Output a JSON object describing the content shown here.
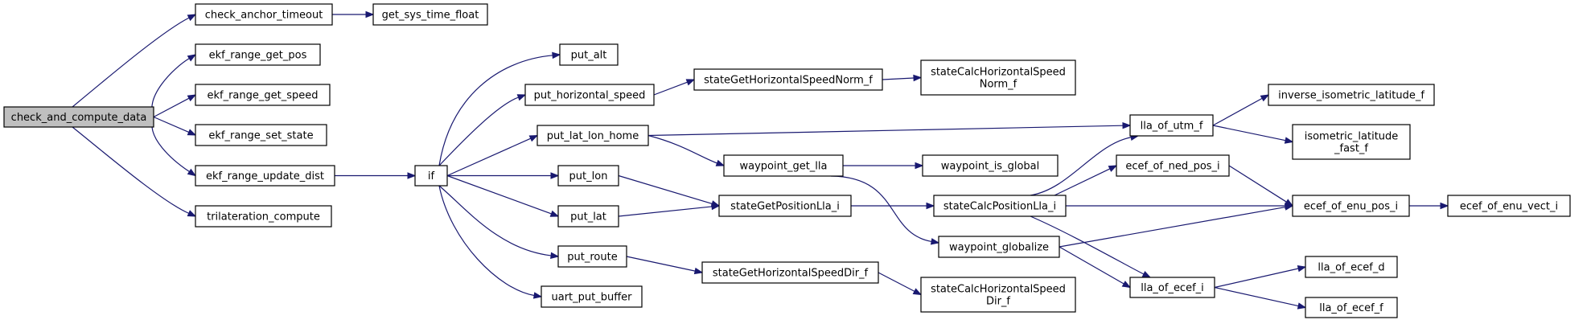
{
  "graph": {
    "nodes": [
      {
        "id": "check_and_compute_data",
        "lines": [
          "check_and_compute_data"
        ],
        "root": true
      },
      {
        "id": "check_anchor_timeout",
        "lines": [
          "check_anchor_timeout"
        ]
      },
      {
        "id": "get_sys_time_float",
        "lines": [
          "get_sys_time_float"
        ]
      },
      {
        "id": "ekf_range_get_pos",
        "lines": [
          "ekf_range_get_pos"
        ]
      },
      {
        "id": "ekf_range_get_speed",
        "lines": [
          "ekf_range_get_speed"
        ]
      },
      {
        "id": "ekf_range_set_state",
        "lines": [
          "ekf_range_set_state"
        ]
      },
      {
        "id": "ekf_range_update_dist",
        "lines": [
          "ekf_range_update_dist"
        ]
      },
      {
        "id": "trilateration_compute",
        "lines": [
          "trilateration_compute"
        ]
      },
      {
        "id": "if",
        "lines": [
          "if"
        ]
      },
      {
        "id": "put_alt",
        "lines": [
          "put_alt"
        ]
      },
      {
        "id": "put_horizontal_speed",
        "lines": [
          "put_horizontal_speed"
        ]
      },
      {
        "id": "put_lat_lon_home",
        "lines": [
          "put_lat_lon_home"
        ]
      },
      {
        "id": "put_lon",
        "lines": [
          "put_lon"
        ]
      },
      {
        "id": "put_lat",
        "lines": [
          "put_lat"
        ]
      },
      {
        "id": "put_route",
        "lines": [
          "put_route"
        ]
      },
      {
        "id": "uart_put_buffer",
        "lines": [
          "uart_put_buffer"
        ]
      },
      {
        "id": "stateGetHorizontalSpeedNorm_f",
        "lines": [
          "stateGetHorizontalSpeedNorm_f"
        ]
      },
      {
        "id": "stateCalcHorizontalSpeedNorm_f",
        "lines": [
          "stateCalcHorizontalSpeed",
          "Norm_f"
        ]
      },
      {
        "id": "waypoint_get_lla",
        "lines": [
          "waypoint_get_lla"
        ]
      },
      {
        "id": "waypoint_is_global",
        "lines": [
          "waypoint_is_global"
        ]
      },
      {
        "id": "stateGetPositionLla_i",
        "lines": [
          "stateGetPositionLla_i"
        ]
      },
      {
        "id": "stateCalcPositionLla_i",
        "lines": [
          "stateCalcPositionLla_i"
        ]
      },
      {
        "id": "waypoint_globalize",
        "lines": [
          "waypoint_globalize"
        ]
      },
      {
        "id": "stateGetHorizontalSpeedDir_f",
        "lines": [
          "stateGetHorizontalSpeedDir_f"
        ]
      },
      {
        "id": "stateCalcHorizontalSpeedDir_f",
        "lines": [
          "stateCalcHorizontalSpeed",
          "Dir_f"
        ]
      },
      {
        "id": "lla_of_utm_f",
        "lines": [
          "lla_of_utm_f"
        ]
      },
      {
        "id": "ecef_of_ned_pos_i",
        "lines": [
          "ecef_of_ned_pos_i"
        ]
      },
      {
        "id": "lla_of_ecef_i",
        "lines": [
          "lla_of_ecef_i"
        ]
      },
      {
        "id": "inverse_isometric_latitude_f",
        "lines": [
          "inverse_isometric_latitude_f"
        ]
      },
      {
        "id": "isometric_latitude_fast_f",
        "lines": [
          "isometric_latitude",
          "_fast_f"
        ]
      },
      {
        "id": "ecef_of_enu_pos_i",
        "lines": [
          "ecef_of_enu_pos_i"
        ]
      },
      {
        "id": "ecef_of_enu_vect_i",
        "lines": [
          "ecef_of_enu_vect_i"
        ]
      },
      {
        "id": "lla_of_ecef_d",
        "lines": [
          "lla_of_ecef_d"
        ]
      },
      {
        "id": "lla_of_ecef_f",
        "lines": [
          "lla_of_ecef_f"
        ]
      }
    ],
    "edges": [
      [
        "check_and_compute_data",
        "check_anchor_timeout"
      ],
      [
        "check_and_compute_data",
        "ekf_range_get_pos"
      ],
      [
        "check_and_compute_data",
        "ekf_range_get_speed"
      ],
      [
        "check_and_compute_data",
        "ekf_range_set_state"
      ],
      [
        "check_and_compute_data",
        "ekf_range_update_dist"
      ],
      [
        "check_and_compute_data",
        "trilateration_compute"
      ],
      [
        "check_anchor_timeout",
        "get_sys_time_float"
      ],
      [
        "ekf_range_update_dist",
        "if"
      ],
      [
        "if",
        "put_alt"
      ],
      [
        "if",
        "put_horizontal_speed"
      ],
      [
        "if",
        "put_lat_lon_home"
      ],
      [
        "if",
        "put_lon"
      ],
      [
        "if",
        "put_lat"
      ],
      [
        "if",
        "put_route"
      ],
      [
        "if",
        "uart_put_buffer"
      ],
      [
        "put_horizontal_speed",
        "stateGetHorizontalSpeedNorm_f"
      ],
      [
        "stateGetHorizontalSpeedNorm_f",
        "stateCalcHorizontalSpeedNorm_f"
      ],
      [
        "put_lat_lon_home",
        "lla_of_utm_f"
      ],
      [
        "put_lat_lon_home",
        "waypoint_get_lla"
      ],
      [
        "put_lon",
        "stateGetPositionLla_i"
      ],
      [
        "put_lat",
        "stateGetPositionLla_i"
      ],
      [
        "put_route",
        "stateGetHorizontalSpeedDir_f"
      ],
      [
        "stateGetHorizontalSpeedDir_f",
        "stateCalcHorizontalSpeedDir_f"
      ],
      [
        "waypoint_get_lla",
        "waypoint_is_global"
      ],
      [
        "waypoint_get_lla",
        "waypoint_globalize"
      ],
      [
        "stateGetPositionLla_i",
        "stateCalcPositionLla_i"
      ],
      [
        "stateCalcPositionLla_i",
        "lla_of_utm_f"
      ],
      [
        "stateCalcPositionLla_i",
        "ecef_of_ned_pos_i"
      ],
      [
        "stateCalcPositionLla_i",
        "ecef_of_enu_pos_i"
      ],
      [
        "stateCalcPositionLla_i",
        "lla_of_ecef_i"
      ],
      [
        "waypoint_globalize",
        "ecef_of_enu_pos_i"
      ],
      [
        "waypoint_globalize",
        "lla_of_ecef_i"
      ],
      [
        "lla_of_utm_f",
        "inverse_isometric_latitude_f"
      ],
      [
        "lla_of_utm_f",
        "isometric_latitude_fast_f"
      ],
      [
        "ecef_of_ned_pos_i",
        "ecef_of_enu_pos_i"
      ],
      [
        "ecef_of_enu_pos_i",
        "ecef_of_enu_vect_i"
      ],
      [
        "lla_of_ecef_i",
        "lla_of_ecef_d"
      ],
      [
        "lla_of_ecef_i",
        "lla_of_ecef_f"
      ]
    ]
  }
}
